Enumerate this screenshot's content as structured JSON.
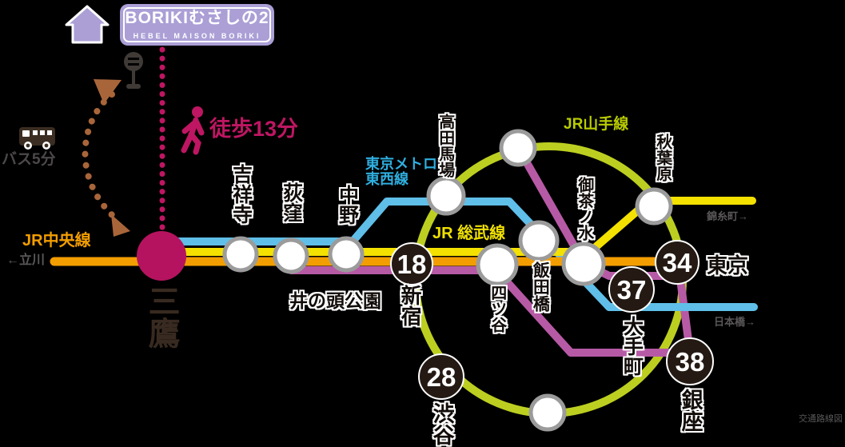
{
  "property": {
    "name": "BORIKIむさしの2",
    "name_en": "HEBEL MAISON BORIKI"
  },
  "access": {
    "walk_label": "徒歩13分",
    "bus_label": "バス5分"
  },
  "lines": {
    "chuo": {
      "label": "JR中央線",
      "color": "#F39E00"
    },
    "sobu": {
      "label": "JR 総武線",
      "color": "#F4E100"
    },
    "tozai": {
      "label_line1": "東京メトロ",
      "label_line2": "東西線",
      "color": "#5FBFE8"
    },
    "yamanote": {
      "label": "JR山手線",
      "color": "#BCCF21"
    },
    "marunouchi": {
      "color": "#B75AA6"
    }
  },
  "directions": {
    "west": "←立川",
    "east_sobu": "錦糸町→",
    "east_tozai": "日本橋→"
  },
  "stations": {
    "mitaka": {
      "label": "三鷹"
    },
    "kichijoji": {
      "label": "吉祥寺"
    },
    "ogikubo": {
      "label": "荻窪"
    },
    "nakano": {
      "label": "中野"
    },
    "inokashira_koen": {
      "label": "井の頭公園"
    },
    "takadanobaba": {
      "label": "高田馬場"
    },
    "yotsuya": {
      "label": "四ツ谷"
    },
    "iidabashi": {
      "label": "飯田橋"
    },
    "ochanomizu": {
      "label": "御茶ノ水"
    },
    "akihabara": {
      "label": "秋葉原"
    },
    "shinjuku": {
      "label": "新宿",
      "minutes": "18"
    },
    "tokyo": {
      "label": "東京",
      "minutes": "34"
    },
    "otemachi": {
      "label": "大手町",
      "minutes": "37"
    },
    "ginza": {
      "label": "銀座",
      "minutes": "38"
    },
    "shibuya": {
      "label": "渋谷",
      "minutes": "28"
    }
  },
  "colors": {
    "background": "#000000",
    "station_ring": "#9B9B9C",
    "badge_fill": "#241A13",
    "mitaka_circle": "#B5135F",
    "accent_magenta": "#BE1662",
    "bus_route_brown": "#A9653A",
    "property_box_purple": "#AB9FD6",
    "muted_text": "#5A5757"
  },
  "credit": "交通路線図"
}
